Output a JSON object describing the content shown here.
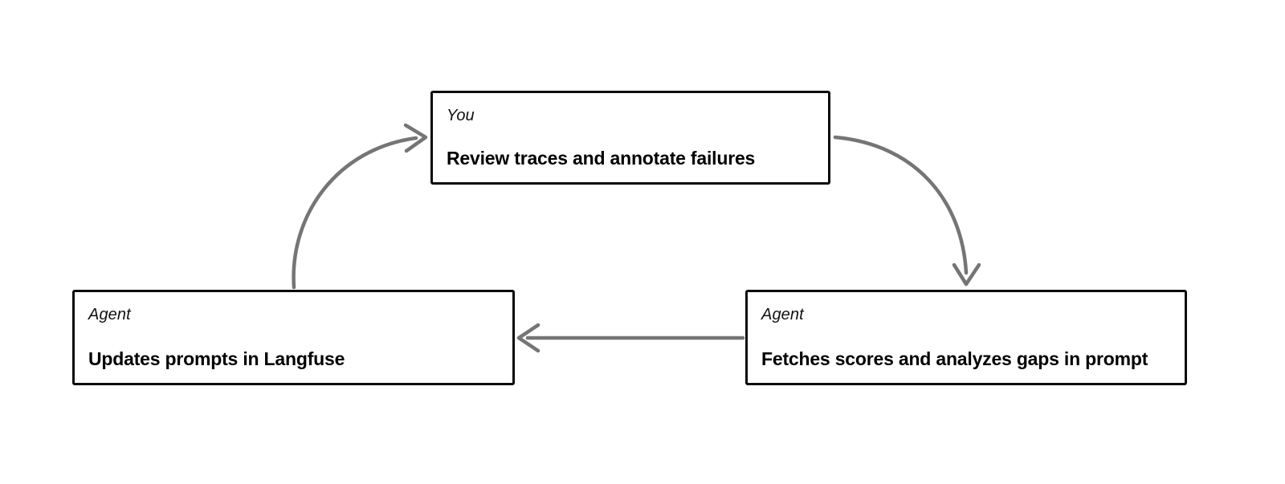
{
  "diagram": {
    "type": "cycle-flow",
    "background_color": "#ffffff",
    "node_border_color": "#0a0a0a",
    "edge_color": "#757575",
    "nodes": [
      {
        "id": "review",
        "role": "You",
        "title": "Review traces and annotate failures"
      },
      {
        "id": "updates",
        "role": "Agent",
        "title": "Updates prompts in Langfuse"
      },
      {
        "id": "fetches",
        "role": "Agent",
        "title": "Fetches scores and analyzes gaps in prompt"
      }
    ],
    "edges": [
      {
        "id": "review-to-fetches",
        "from": "review",
        "to": "fetches",
        "shape": "curve-right",
        "arrowhead": "chevron"
      },
      {
        "id": "fetches-to-updates",
        "from": "fetches",
        "to": "updates",
        "shape": "straight-left",
        "arrowhead": "chevron"
      },
      {
        "id": "updates-to-review",
        "from": "updates",
        "to": "review",
        "shape": "curve-left",
        "arrowhead": "chevron"
      }
    ]
  }
}
